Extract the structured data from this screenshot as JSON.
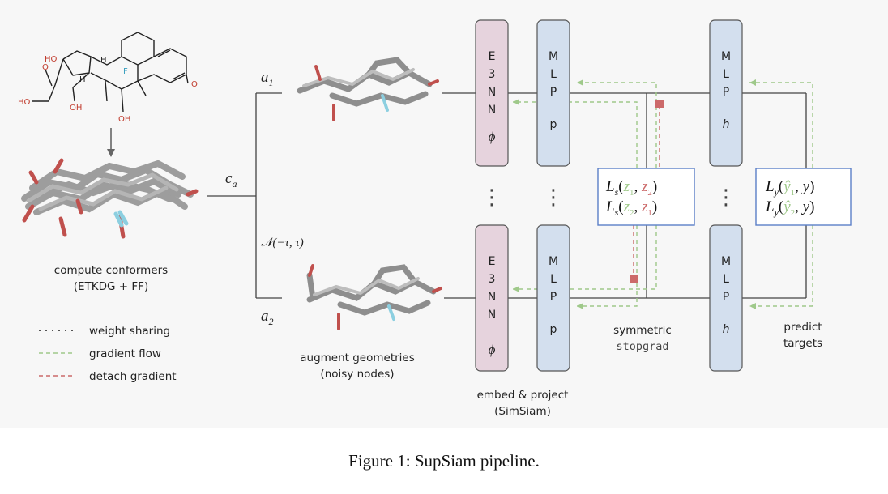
{
  "molecule": {
    "atoms": {
      "ho_top": "HO",
      "h_ring": "H",
      "f": "F",
      "o_ketone": "O",
      "ho_left": "HO",
      "o_carbonyl": "O",
      "h_bridge": "H",
      "oh_1": "OH",
      "oh_2": "OH"
    }
  },
  "steps": {
    "conformers_line1": "compute conformers",
    "conformers_line2": "(ETKDG + FF)",
    "augment_line1": "augment geometries",
    "augment_line2": "(noisy nodes)",
    "embed_line1": "embed & project",
    "embed_line2": "(SimSiam)",
    "stopgrad_line1": "symmetric",
    "stopgrad_line2": "stopgrad",
    "predict_line1": "predict",
    "predict_line2": "targets"
  },
  "labels": {
    "c_main": "c",
    "c_sub": "a",
    "a1_main": "a",
    "a1_sub": "1",
    "a2_main": "a",
    "a2_sub": "2",
    "noise": "𝒩(−τ, τ)"
  },
  "blocks": {
    "e3nn": {
      "letters": [
        "E",
        "3",
        "N",
        "N"
      ],
      "symbol": "ϕ",
      "color": "#e6d3dd"
    },
    "mlp_p": {
      "letters": [
        "M",
        "L",
        "P"
      ],
      "symbol": "p",
      "color": "#d3dfee"
    },
    "mlp_h": {
      "letters": [
        "M",
        "L",
        "P"
      ],
      "symbol": "h",
      "color": "#d3dfee"
    }
  },
  "ellipsis": "⋮",
  "loss_s": {
    "line1": {
      "L": "L",
      "sub": "s",
      "a": "z",
      "a_sub": "1",
      "b": "z",
      "b_sub": "2"
    },
    "line2": {
      "L": "L",
      "sub": "s",
      "a": "z",
      "a_sub": "2",
      "b": "z",
      "b_sub": "1"
    }
  },
  "loss_y": {
    "line1": {
      "L": "L",
      "sub": "y",
      "a": "ŷ",
      "a_sub": "1",
      "b": "y"
    },
    "line2": {
      "L": "L",
      "sub": "y",
      "a": "ŷ",
      "a_sub": "2",
      "b": "y"
    }
  },
  "legend": [
    {
      "label": "weight sharing",
      "color": "#555555",
      "style": "dotted"
    },
    {
      "label": "gradient flow",
      "color": "#9fc98a",
      "style": "dashed"
    },
    {
      "label": "detach gradient",
      "color": "#cc6a6a",
      "style": "dashed"
    }
  ],
  "caption": "Figure 1: SupSiam pipeline."
}
